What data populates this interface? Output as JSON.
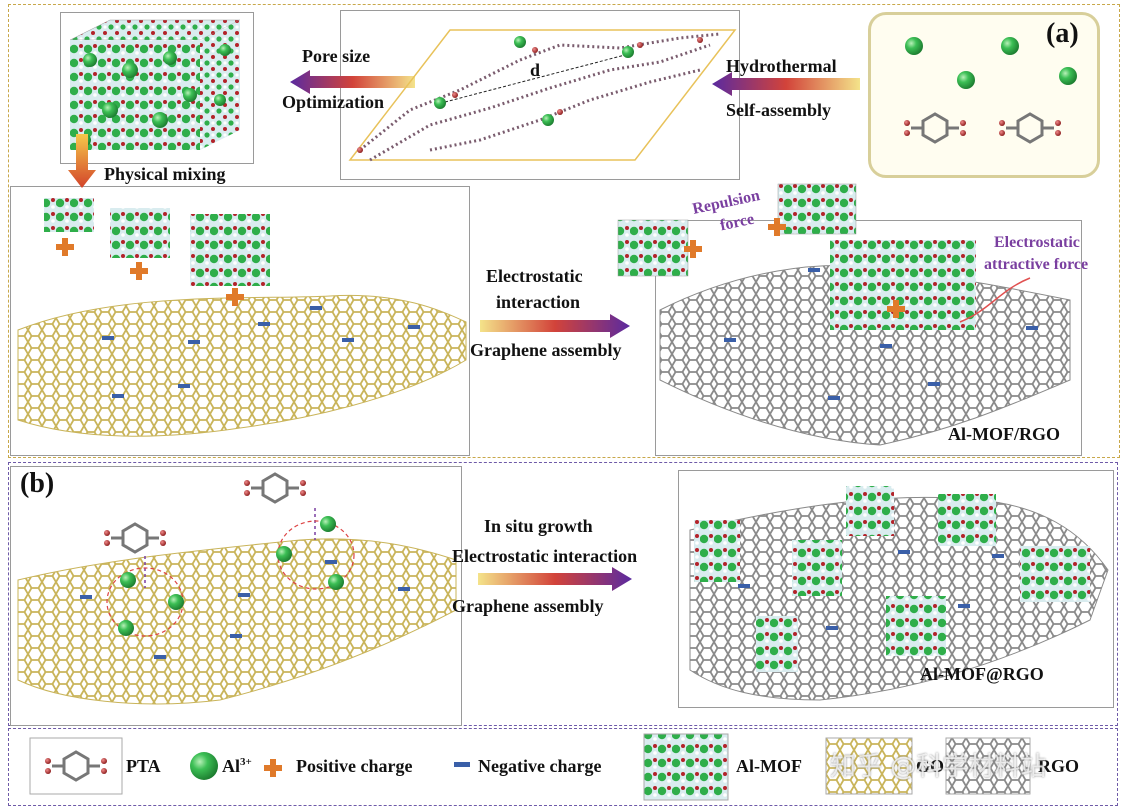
{
  "panel_a": {
    "tag": "(a)",
    "arrow_pore_top": "Pore size",
    "arrow_pore_bottom": "Optimization",
    "arrow_hydro_top": "Hydrothermal",
    "arrow_hydro_bottom": "Self-assembly",
    "distance_label": "d",
    "physical_mixing": "Physical mixing",
    "electro_top1": "Electrostatic",
    "electro_top2": "interaction",
    "electro_bottom": "Graphene assembly",
    "repulsion1": "Repulsion",
    "repulsion2": "force",
    "attract1": "Electrostatic",
    "attract2": "attractive force",
    "product": "Al-MOF/RGO"
  },
  "panel_b": {
    "tag": "(b)",
    "arrow_top1": "In situ growth",
    "arrow_top2": "Electrostatic interaction",
    "arrow_bottom": "Graphene assembly",
    "product": "Al-MOF@RGO"
  },
  "legend": {
    "pta": "PTA",
    "al": "Al",
    "al_sup": "3+",
    "positive": "Positive charge",
    "negative": "Negative charge",
    "mof": "Al-MOF",
    "go": "GO",
    "rgo": "RGO"
  },
  "watermark": "知乎 @科学材料站",
  "colors": {
    "al_green": "#2fae4a",
    "oxygen_red": "#b3232a",
    "hydrogen": "#cfe5ea",
    "go_yellow": "#c9b45a",
    "rgo_gray": "#8a8a8a",
    "plus_orange": "#e07a2a",
    "minus_blue": "#3a5fa8",
    "label_purple": "#7a3fa0"
  }
}
